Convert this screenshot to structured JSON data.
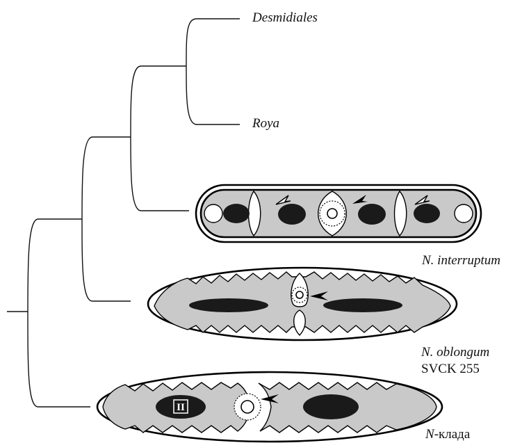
{
  "taxa": {
    "desmidiales": "Desmidiales",
    "roya": "Roya",
    "n_interruptum": "N. interruptum",
    "n_oblongum": "N. oblongum",
    "n_oblongum_strain": "SVCK 255",
    "n_clade": "N-клада"
  },
  "cell_markings": {
    "roman_numeral": "II"
  },
  "colors": {
    "cytoplasm": "#c9c9c9",
    "pyrenoid": "#1a1a1a",
    "outline": "#000000"
  }
}
